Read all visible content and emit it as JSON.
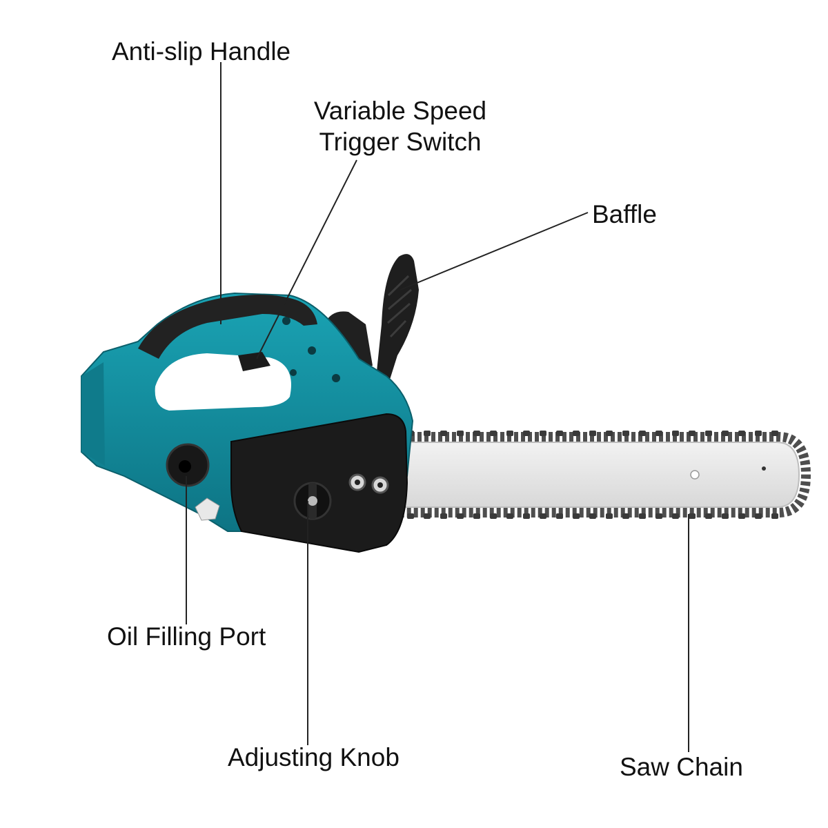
{
  "labels": {
    "handle": "Anti-slip Handle",
    "trigger_line1": "Variable Speed",
    "trigger_line2": "Trigger Switch",
    "baffle": "Baffle",
    "oil_port": "Oil Filling Port",
    "adjusting_knob": "Adjusting Knob",
    "saw_chain": "Saw Chain"
  },
  "colors": {
    "body_teal": "#138fa0",
    "body_teal_dark": "#0d6f7c",
    "black_plastic": "#1c1c1c",
    "bar_steel": "#e6e6e6",
    "chain": "#5a5a5a",
    "leader_line": "#222222",
    "background": "#ffffff",
    "text": "#111111"
  }
}
